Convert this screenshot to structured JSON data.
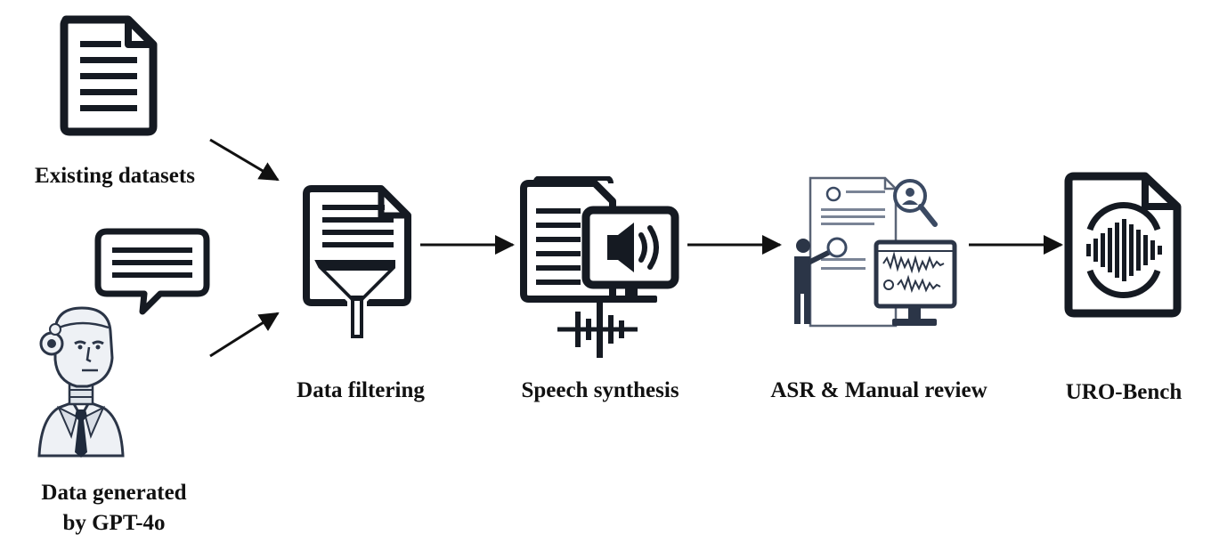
{
  "sources": {
    "existing": {
      "label": "Existing datasets"
    },
    "generated": {
      "label_line1": "Data generated",
      "label_line2": "by GPT-4o"
    }
  },
  "steps": [
    {
      "label": "Data filtering",
      "icon": "document-funnel-icon"
    },
    {
      "label": "Speech synthesis",
      "icon": "document-speaker-monitor-icon"
    },
    {
      "label": "ASR & Manual review",
      "icon": "person-reviewing-document-monitor-icon"
    },
    {
      "label": "URO-Bench",
      "icon": "audio-waveform-document-icon"
    }
  ],
  "colors": {
    "ink": "#1a2230",
    "accent": "#3b4a63"
  }
}
